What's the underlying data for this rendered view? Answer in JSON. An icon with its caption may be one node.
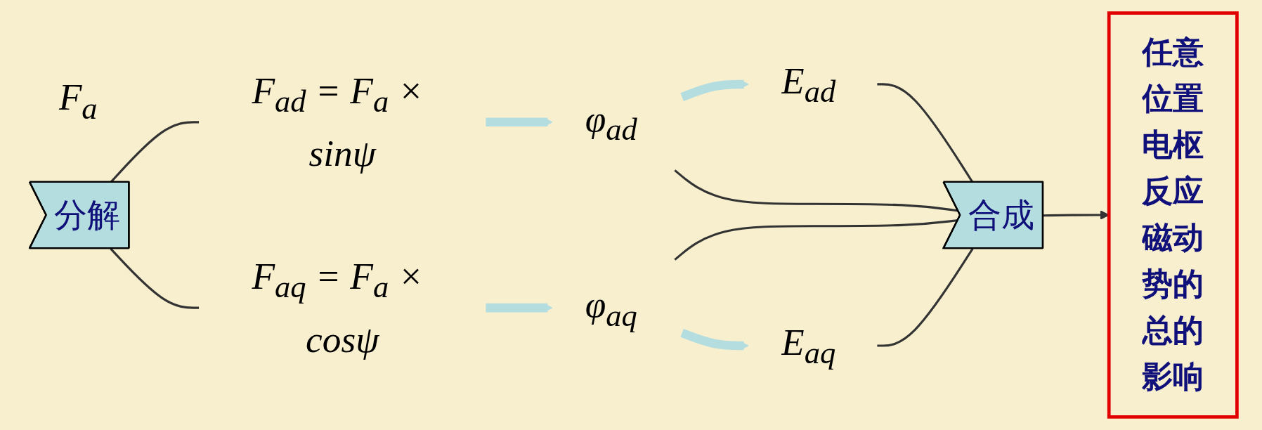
{
  "diagram": {
    "nodes": [
      {
        "text": [
          "F$_{a}$"
        ]
      },
      {
        "text": [
          "分解"
        ]
      },
      {
        "text": [
          "F$_{ad}$ = F$_{a}$ × sinψ"
        ]
      },
      {
        "text": [
          "F$_{aq}$ = F$_{a}$ × cosψ"
        ]
      },
      {
        "text": [
          "E$_{ad}$"
        ]
      },
      {
        "text": [
          "φ$_{ad}$"
        ]
      },
      {
        "text": [
          "φ$_{aq}$"
        ]
      },
      {
        "text": [
          "E$_{aq}$"
        ]
      },
      {
        "text": [
          "合成"
        ]
      },
      {
        "text": [
          "任意位置电枢反应磁动势的总的影响"
        ]
      }
    ],
    "edges": [
      {
        "from": 1,
        "to": 2,
        "arrow": "none"
      },
      {
        "from": 1,
        "to": 3,
        "arrow": "none"
      },
      {
        "from": 2,
        "to": 5,
        "arrow": "to",
        "style": "thick",
        "color": "#b4dde0"
      },
      {
        "from": 3,
        "to": 6,
        "arrow": "to",
        "style": "thick",
        "color": "#b4dde0"
      },
      {
        "from": 5,
        "to": 4,
        "arrow": "to",
        "style": "thick",
        "color": "#b4dde0"
      },
      {
        "from": 6,
        "to": 7,
        "arrow": "to",
        "style": "thick",
        "color": "#b4dde0"
      },
      {
        "from": 4,
        "to": 8,
        "arrow": "none"
      },
      {
        "from": 5,
        "to": 8,
        "arrow": "none"
      },
      {
        "from": 6,
        "to": 8,
        "arrow": "none"
      },
      {
        "from": 7,
        "to": 8,
        "arrow": "none"
      },
      {
        "from": 8,
        "to": 9,
        "arrow": "to"
      }
    ]
  }
}
